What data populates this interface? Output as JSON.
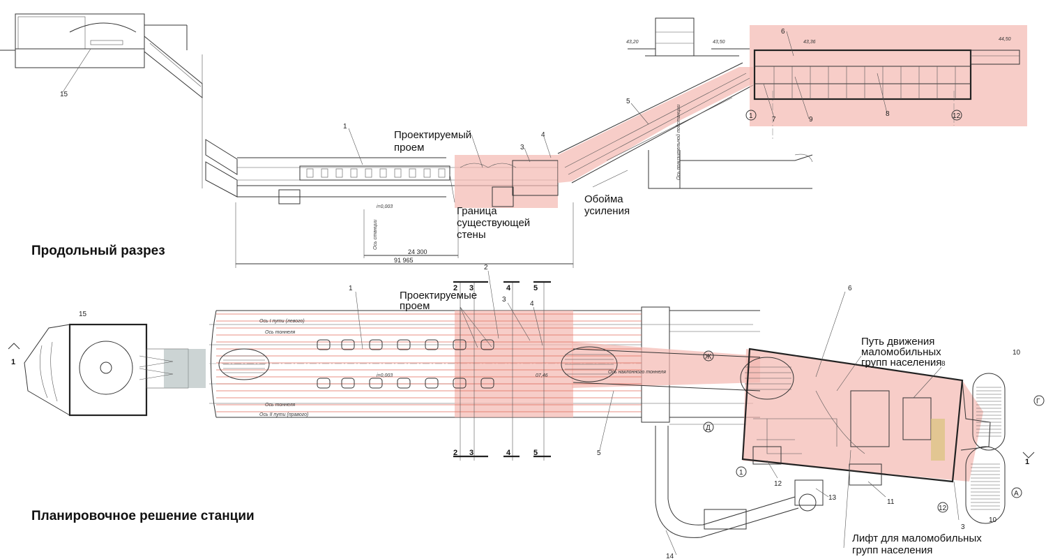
{
  "titles": {
    "section": "Продольный разрез",
    "plan": "Планировочное решение станции"
  },
  "annotations": {
    "designed_opening_line1": "Проектируемый",
    "designed_opening_line2": "проем",
    "wall_boundary_line1": "Граница",
    "wall_boundary_line2": "существующей",
    "wall_boundary_line3": "стены",
    "reinforcement_line1": "Обойма",
    "reinforcement_line2": "усиления",
    "designed_openings_line1": "Проектируемые",
    "designed_openings_line2": "проем",
    "mobility_path_line1": "Путь движения",
    "mobility_path_line2": "маломобильных",
    "mobility_path_line3": "групп населения",
    "mobility_lift_line1": "Лифт для маломобильных",
    "mobility_lift_line2": "групп населения"
  },
  "dimensions": {
    "d1": "24 300",
    "d2": "91 965",
    "slope": "i=0,003",
    "station_axis": "Ось станции",
    "substation_axis": "Ось понизительной подстанции",
    "track1": "Ось I пути (левого)",
    "track2": "Ось II пути (правого)",
    "tunnel_axis": "Ось тоннеля",
    "escalator_axis": "Ось наклонного тоннеля",
    "elev1": "43,20",
    "elev2": "43,50",
    "elev3": "43,36",
    "elev4": "44,50",
    "elev_plan": "07,46"
  },
  "callouts": {
    "n1": "1",
    "n2": "2",
    "n3": "3",
    "n4": "4",
    "n5": "5",
    "n6": "6",
    "n7": "7",
    "n8": "8",
    "n9": "9",
    "n10": "10",
    "n11": "11",
    "n12": "12",
    "n13": "13",
    "n14": "14",
    "n15": "15"
  },
  "section_marks": {
    "s2": "2",
    "s3": "3",
    "s4": "4",
    "s5": "5",
    "s1": "1"
  },
  "axis_marks": {
    "a1": "1",
    "a12": "12",
    "aA": "А",
    "aG": "Г",
    "aD": "Д",
    "aZh": "Ж"
  },
  "colors": {
    "highlight": "#f4b8b0",
    "ink": "#222222",
    "grid": "#e06a5a"
  }
}
